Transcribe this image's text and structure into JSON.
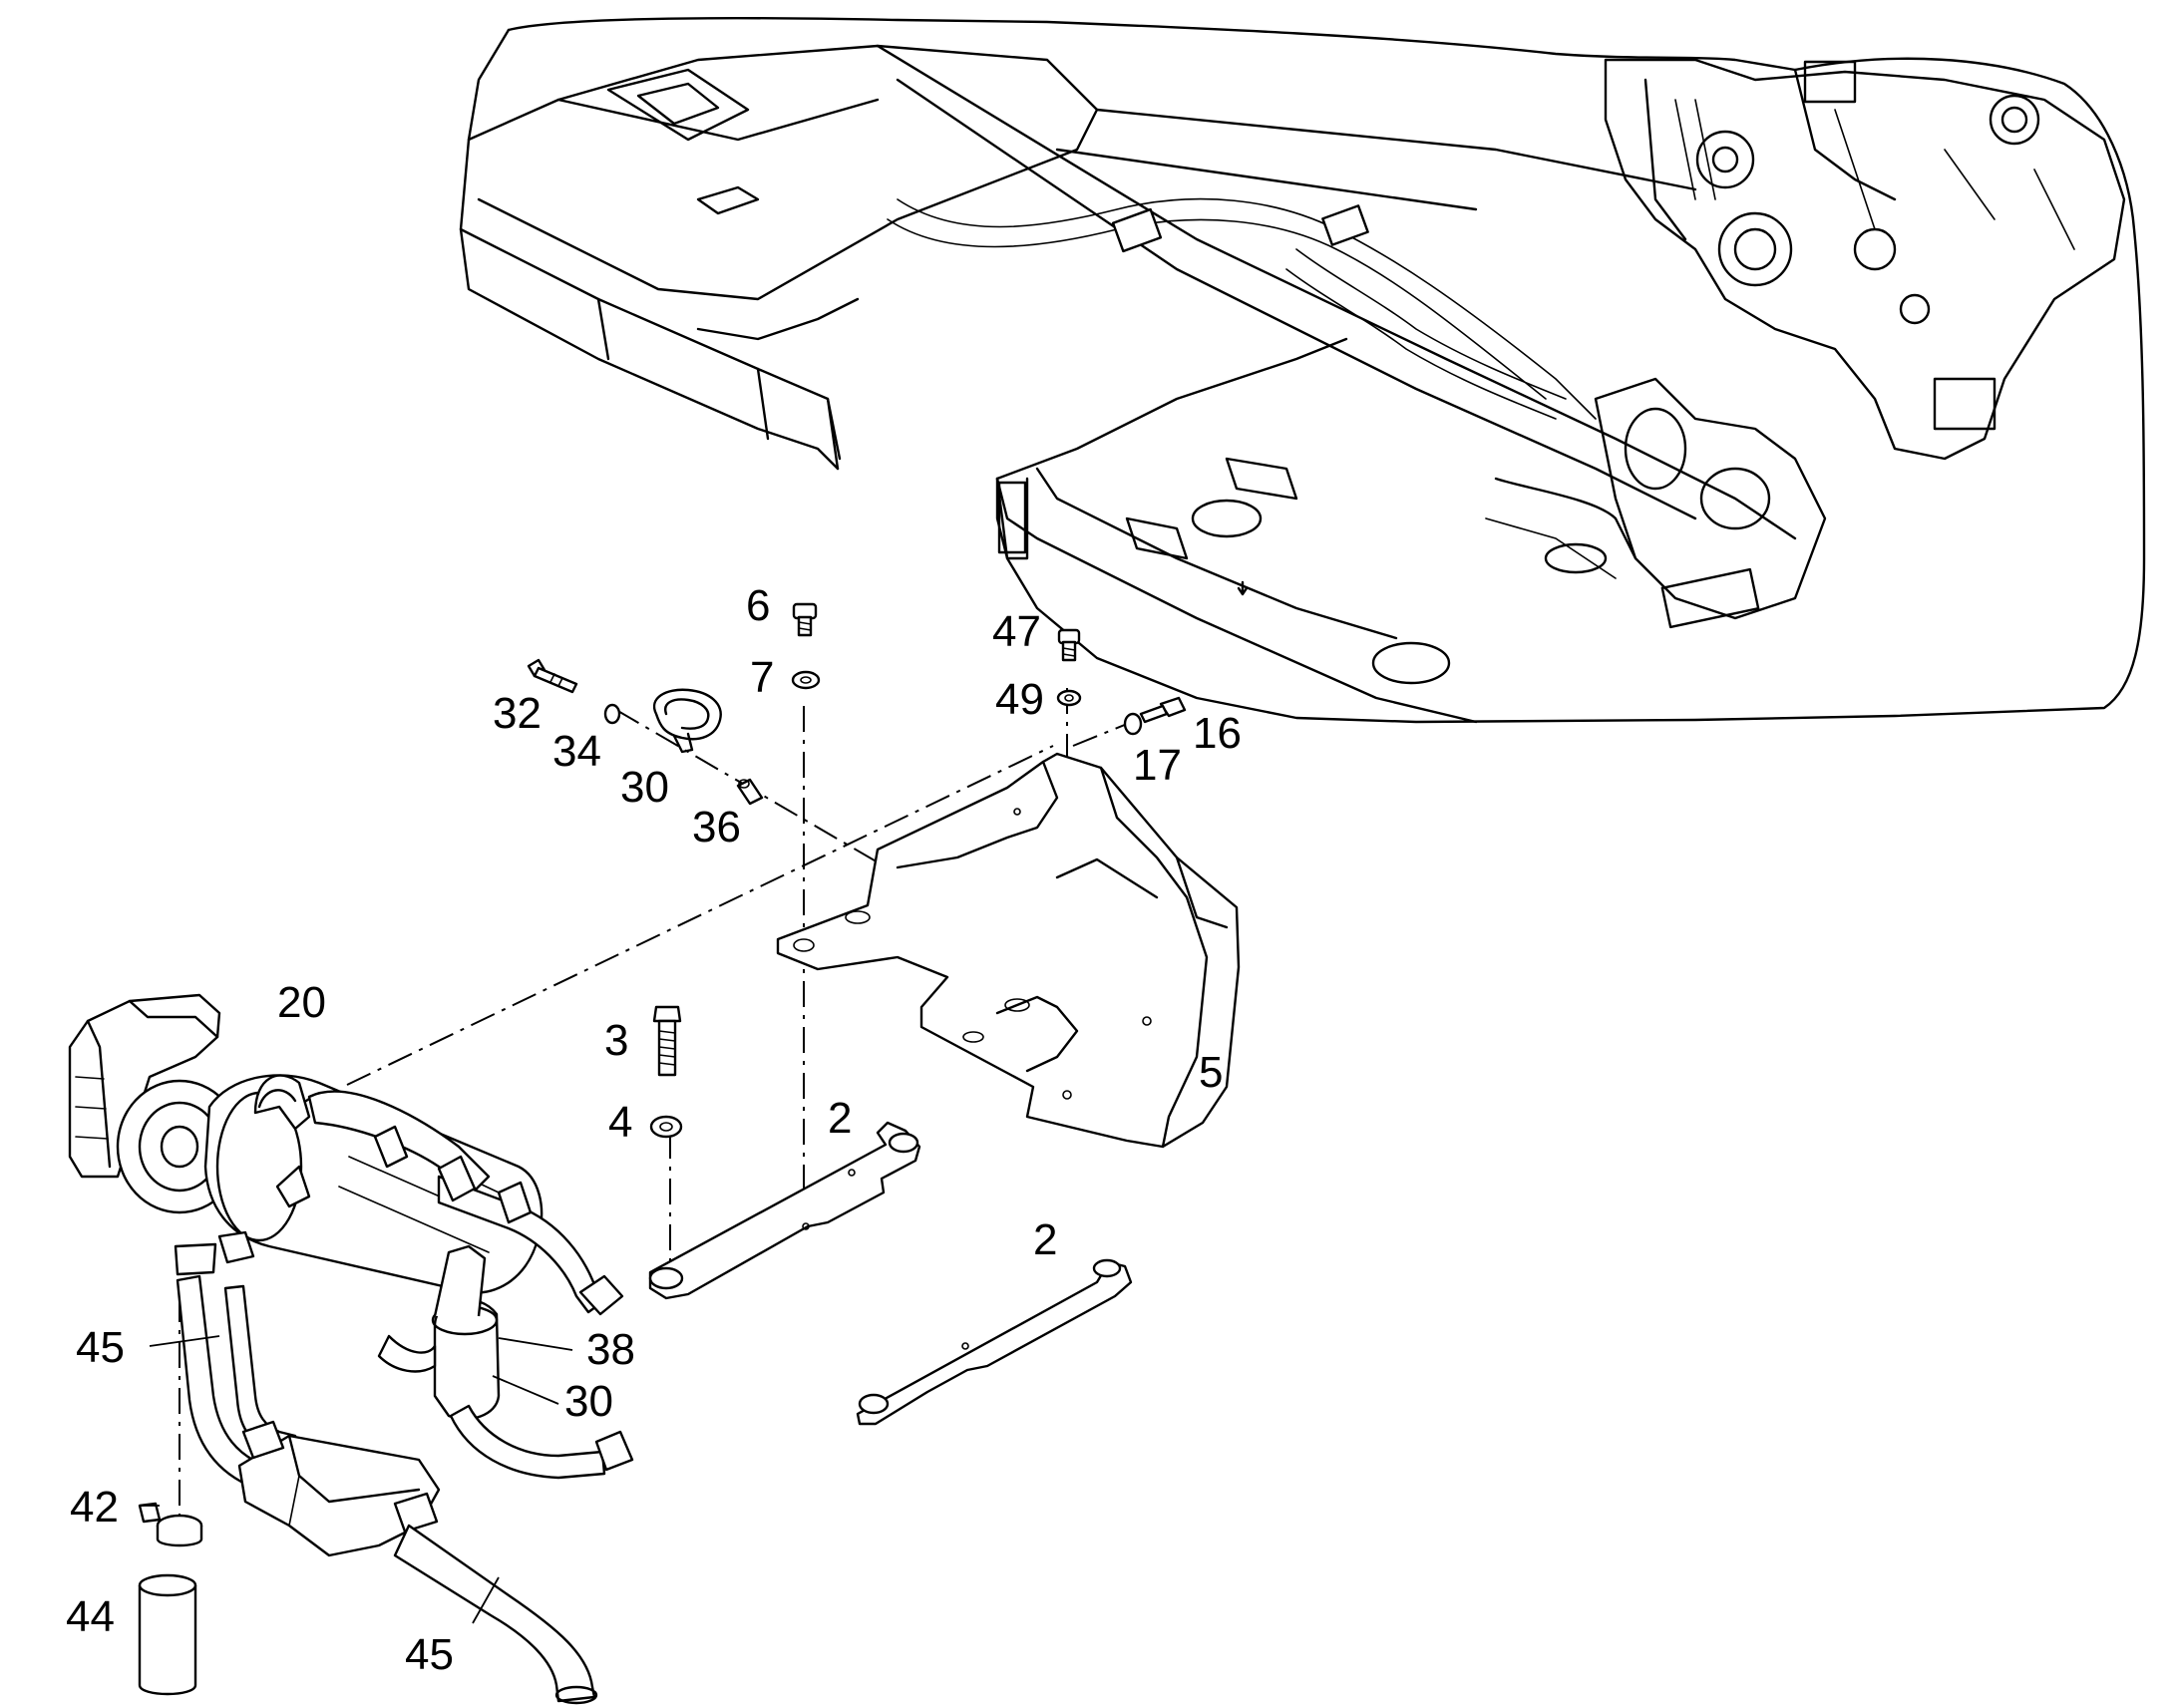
{
  "callouts": {
    "c6": "6",
    "c7": "7",
    "c47": "47",
    "c49": "49",
    "c32": "32",
    "c34": "34",
    "c30_top": "30",
    "c36": "36",
    "c16": "16",
    "c17": "17",
    "c20": "20",
    "c3": "3",
    "c4": "4",
    "c2_upper": "2",
    "c5": "5",
    "c2_lower": "2",
    "c45_left": "45",
    "c38": "38",
    "c30_bottom": "30",
    "c42": "42",
    "c44": "44",
    "c45_bottom": "45"
  }
}
